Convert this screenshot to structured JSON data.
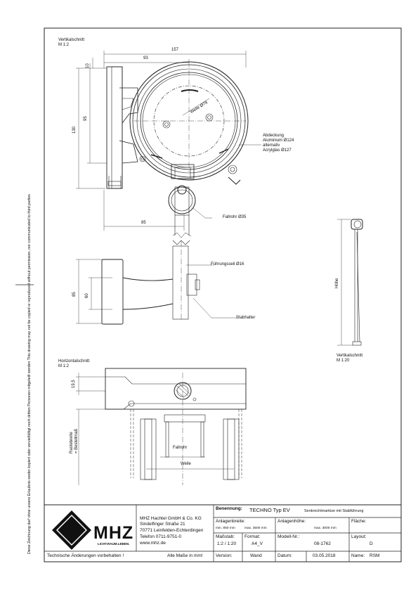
{
  "side_note": "Diese Zeichnung darf ohne unsere Erlaubnis weder kopiert oder vervielfältigt noch dritten Personen mitgeteilt werden   This drawing may not be copied or reproduced without permission, nor communicated to third parties",
  "views": {
    "vertical_section": {
      "title": "Vertikalschnitt",
      "scale": "M 1:2"
    },
    "horizontal_section": {
      "title": "Horizontalschnitt",
      "scale": "M 1:2"
    },
    "vertical_small": {
      "title": "Vertikalschnitt",
      "scale": "M 1:20"
    }
  },
  "dimensions": {
    "d157": "157",
    "d93": "93",
    "d10": "10",
    "d130": "130",
    "d95": "95",
    "d85a": "85",
    "d85b": "85",
    "d60": "60",
    "d19_5": "19,5",
    "welle_diam": "Welle Ø78",
    "rastebreite": "Rastebreite",
    "bestellmass": "= Bestellmaß",
    "hoehe": "Höhe"
  },
  "callouts": {
    "abdeckung": [
      "Abdeckung",
      "Aluminium Ø124",
      "alternativ",
      "Acrylglas Ø127"
    ],
    "fallrohr_d": "Fallrohr Ø35",
    "fuehrungsseil": "Führungsseil Ø16",
    "stabhalter": "Stabhalter",
    "fallrohr": "Fallrohr",
    "welle": "Welle"
  },
  "title_block": {
    "company": [
      "MHZ Hachtel GmbH & Co. KG",
      "Sindelfinger Straße 21",
      "70771 Leinfelden-Echterdingen",
      "Telefon 0711-9751-0",
      "www.mhz.de"
    ],
    "logo_text": "MHZ",
    "logo_tagline": "LICHT.RAUM.LEBEN.",
    "benennung_label": "Benennung:",
    "benennung_value": "TECHNO  Typ EV",
    "benennung_sub": "Senkrechtmarkise mit Stabführung",
    "anlagenbreite_label": "Anlagenbreite:",
    "anlagenbreite_min": "min. 850 mm",
    "anlagenbreite_max": "max. 3500 mm",
    "anlagenhoehe_label": "Anlagenhöhe:",
    "anlagenhoehe_max": "max. 3000 mm",
    "flaeche_label": "Fläche:",
    "massstab_label": "Maßstab:",
    "massstab_value": "1:2 / 1:20",
    "format_label": "Format:",
    "format_value": "A4_V",
    "modell_label": "Modell-Nr.:",
    "modell_value": "08-1762",
    "layout_label": "Layout:",
    "layout_value": "D",
    "technische": "Technische Änderungen vorbehalten !",
    "alle_masse": "Alle Maße in mm!",
    "version_label": "Version:",
    "version_value": "Wand",
    "datum_label": "Datum:",
    "datum_value": "03.05.2018",
    "name_label": "Name:",
    "name_value": "RSM"
  }
}
